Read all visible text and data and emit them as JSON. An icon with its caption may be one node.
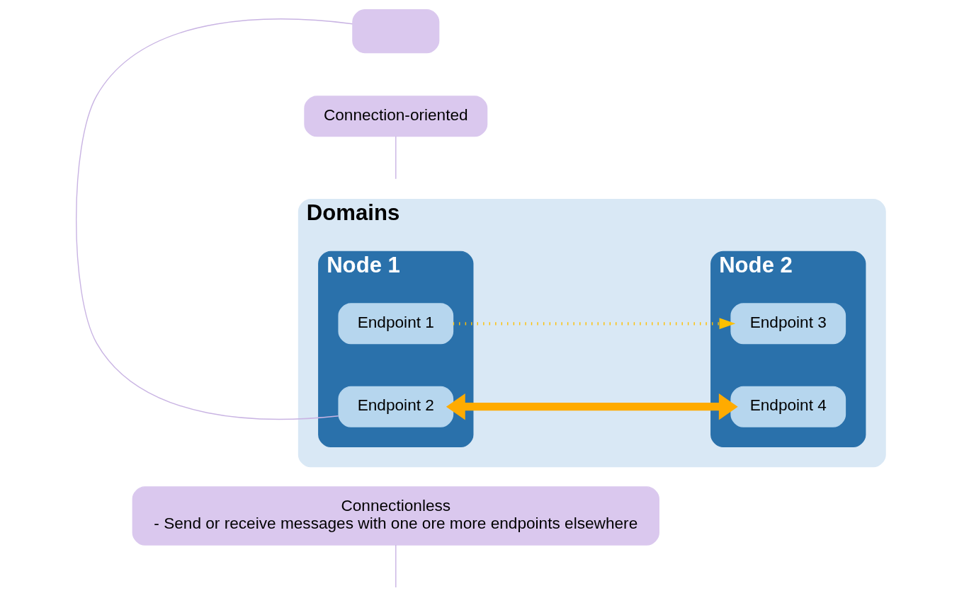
{
  "diagram": {
    "nodes": [
      {
        "text": [
          "Connectionless",
          "- Send or receive messages with one ore more endpoints elsewhere"
        ]
      },
      {
        "text": [
          "Domains"
        ]
      },
      {
        "text": [
          "Node 1"
        ],
        "in": 1
      },
      {
        "text": [
          "Endpoint 1"
        ],
        "in": 2
      },
      {
        "text": [
          "Endpoint 2"
        ],
        "in": 2
      },
      {
        "text": [
          "Node 2"
        ],
        "in": 1
      },
      {
        "text": [
          "Endpoint 3"
        ],
        "in": 5
      },
      {
        "text": [
          "Endpoint 4"
        ],
        "in": 5
      },
      {
        "text": [
          "Connection-oriented"
        ]
      },
      {
        "text": [],
        "shape": "box"
      }
    ],
    "edges": [
      {
        "from": 3,
        "to": 6,
        "arrow": "to",
        "style": "dashed",
        "color": "#ffc000"
      },
      {
        "from": 4,
        "to": 7,
        "arrow": "both",
        "style": "thick",
        "color": "#ffab00"
      },
      {
        "from": 0,
        "to": null,
        "arrow": "none"
      },
      {
        "from": 8,
        "to": null,
        "arrow": "none"
      },
      {
        "from": 9,
        "to": 4,
        "arrow": "none"
      }
    ]
  }
}
